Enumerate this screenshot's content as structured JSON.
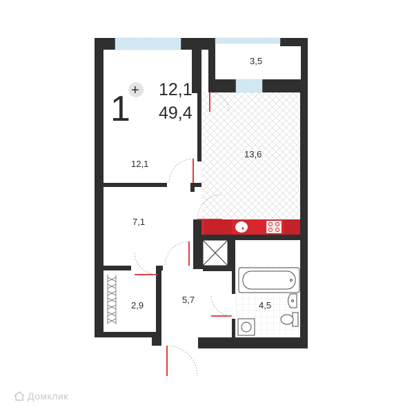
{
  "summary": {
    "rooms": "1",
    "plus": "+",
    "living_area": "12,1",
    "total_area": "49,4"
  },
  "rooms": {
    "bedroom": "12,1",
    "balcony": "3,5",
    "kitchen_living": "13,6",
    "room_small": "7,1",
    "storage": "2,9",
    "hallway": "5,7",
    "bathroom": "4,5"
  },
  "watermark": "Домклик",
  "colors": {
    "wall": "#2f2f2f",
    "window": "#cfe6f2",
    "door": "#e0262a",
    "kitchen": "#d7262d"
  }
}
